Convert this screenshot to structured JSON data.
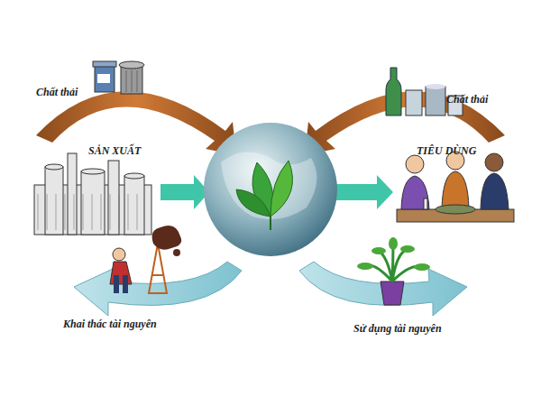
{
  "diagram": {
    "labels": [
      "Chất thải",
      "Chất thải",
      "SẢN XUẤT",
      "TIÊU DÙNG",
      "Khai thác tài nguyên",
      "Sử dụng tài nguyên"
    ]
  }
}
